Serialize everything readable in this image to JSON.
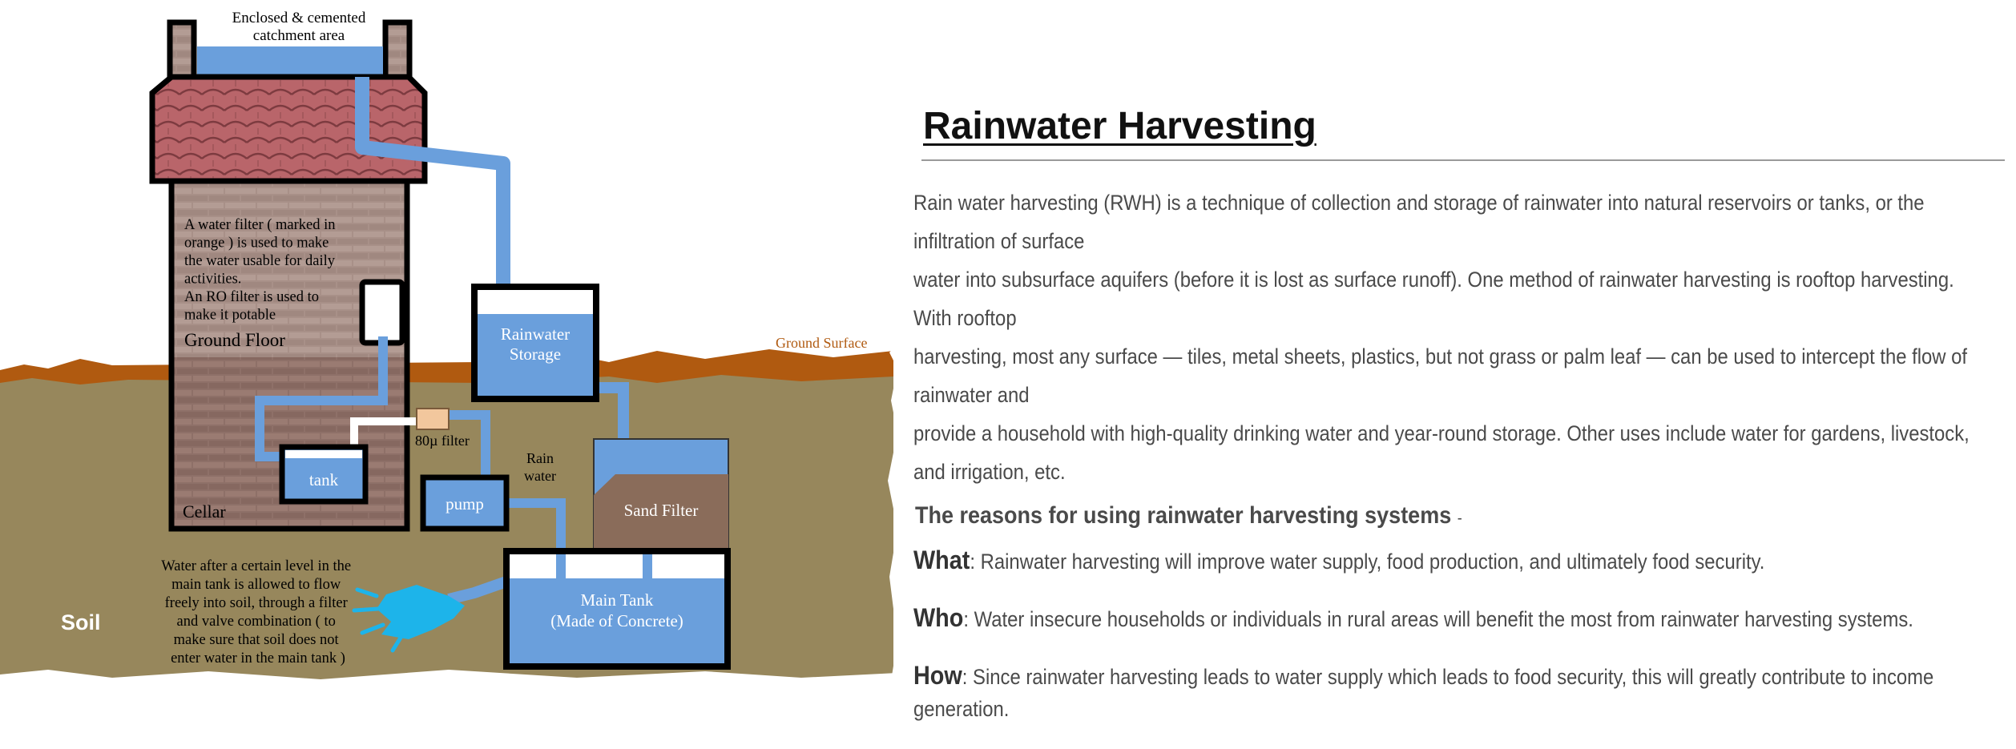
{
  "diagram": {
    "catchment_label": [
      "Enclosed & cemented",
      "catchment area"
    ],
    "filter_note": [
      "A water filter ( marked in",
      "orange ) is used to make",
      "the water usable for daily",
      "activities.",
      "An RO filter is used to",
      "make it potable"
    ],
    "ground_floor": "Ground Floor",
    "cellar": "Cellar",
    "tank": "tank",
    "filter_80": "80µ filter",
    "rain_water": [
      "Rain",
      "water"
    ],
    "pump": "pump",
    "rainwater_storage": [
      "Rainwater",
      "Storage"
    ],
    "ground_surface": "Ground Surface",
    "sand_filter": "Sand Filter",
    "main_tank": [
      "Main Tank",
      "(Made of Concrete)"
    ],
    "soil": "Soil",
    "overflow_note": [
      "Water after a certain level in the",
      "main tank is allowed to flow",
      "freely into soil, through a filter",
      "and valve combination ( to",
      "make sure that soil does not",
      "enter water in the main tank )"
    ],
    "colors": {
      "water": "#6a9fdc",
      "soil": "#97875c",
      "topsoil": "#b05a10",
      "roof": "#b9656a",
      "brick": "#8a6b62",
      "sand": "#8a6c5a",
      "filter": "#f2c79d",
      "spray": "#1db4ea"
    }
  },
  "article": {
    "title": "Rainwater Harvesting",
    "paragraph_lines": [
      "Rain water harvesting (RWH) is a technique of collection and storage of rainwater into natural reservoirs or tanks, or the infiltration of surface",
      "water into subsurface aquifers (before it is lost as surface runoff). One method of rainwater harvesting is rooftop harvesting. With rooftop",
      "harvesting, most any surface — tiles, metal sheets, plastics, but not grass or palm leaf — can be used to intercept the flow of rainwater and",
      "provide a household with high-quality drinking water and year-round storage. Other uses include water for gardens, livestock, and irrigation, etc."
    ],
    "reasons_heading": "The reasons for using rainwater harvesting systems",
    "reasons_mark": "-",
    "items": [
      {
        "key": "What",
        "text": ": Rainwater harvesting will improve water supply, food production, and ultimately food security."
      },
      {
        "key": "Who",
        "text": ": Water insecure households or individuals in rural areas will benefit the most from rainwater harvesting systems."
      },
      {
        "key": "How",
        "text": ": Since rainwater harvesting leads to water supply which leads to food security, this will greatly contribute to income generation."
      }
    ]
  }
}
